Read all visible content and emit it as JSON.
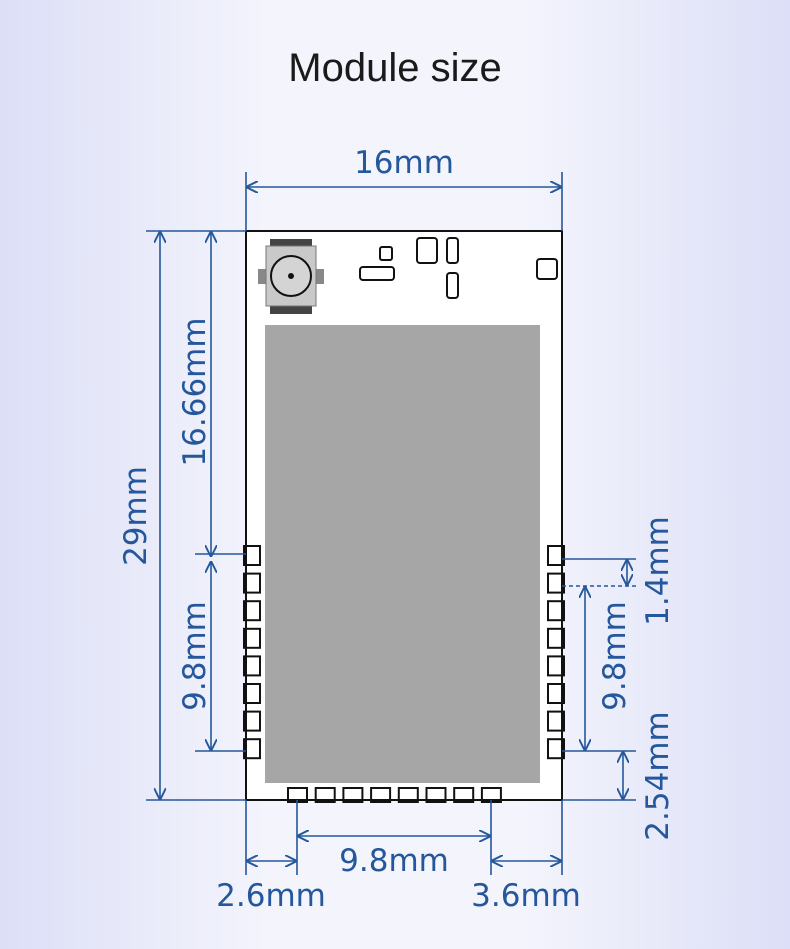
{
  "title": "Module size",
  "dimensions": {
    "width": "16mm",
    "height": "29mm",
    "antenna_section": "16.66mm",
    "left_pad_span": "9.8mm",
    "right_pad_span": "9.8mm",
    "right_pad_offset": "1.4mm",
    "bottom_pad_offset": "2.54mm",
    "bottom_pad_span": "9.8mm",
    "left_margin": "2.6mm",
    "right_margin": "3.6mm"
  },
  "colors": {
    "dimension_lines": "#24579b",
    "outline": "#111111",
    "shield": "#a6a6a6"
  }
}
